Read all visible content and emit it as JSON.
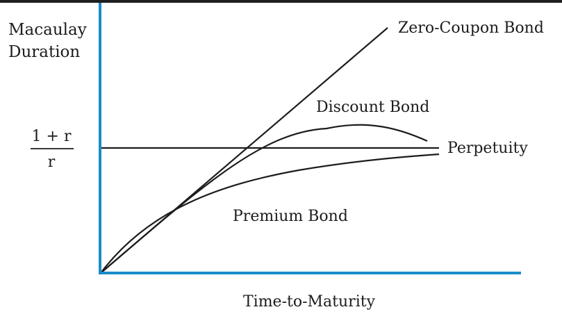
{
  "diagram": {
    "y_axis_label_line1": "Macaulay",
    "y_axis_label_line2": "Duration",
    "x_axis_label": "Time-to-Maturity",
    "perpetuity_level_numerator": "1 + r",
    "perpetuity_level_denominator": "r",
    "curves": {
      "zero_coupon": "Zero-Coupon Bond",
      "discount": "Discount Bond",
      "perpetuity": "Perpetuity",
      "premium": "Premium Bond"
    },
    "colors": {
      "axis": "#1a8cc8",
      "curve": "#1c1c1c",
      "text": "#1c1c1c"
    }
  }
}
